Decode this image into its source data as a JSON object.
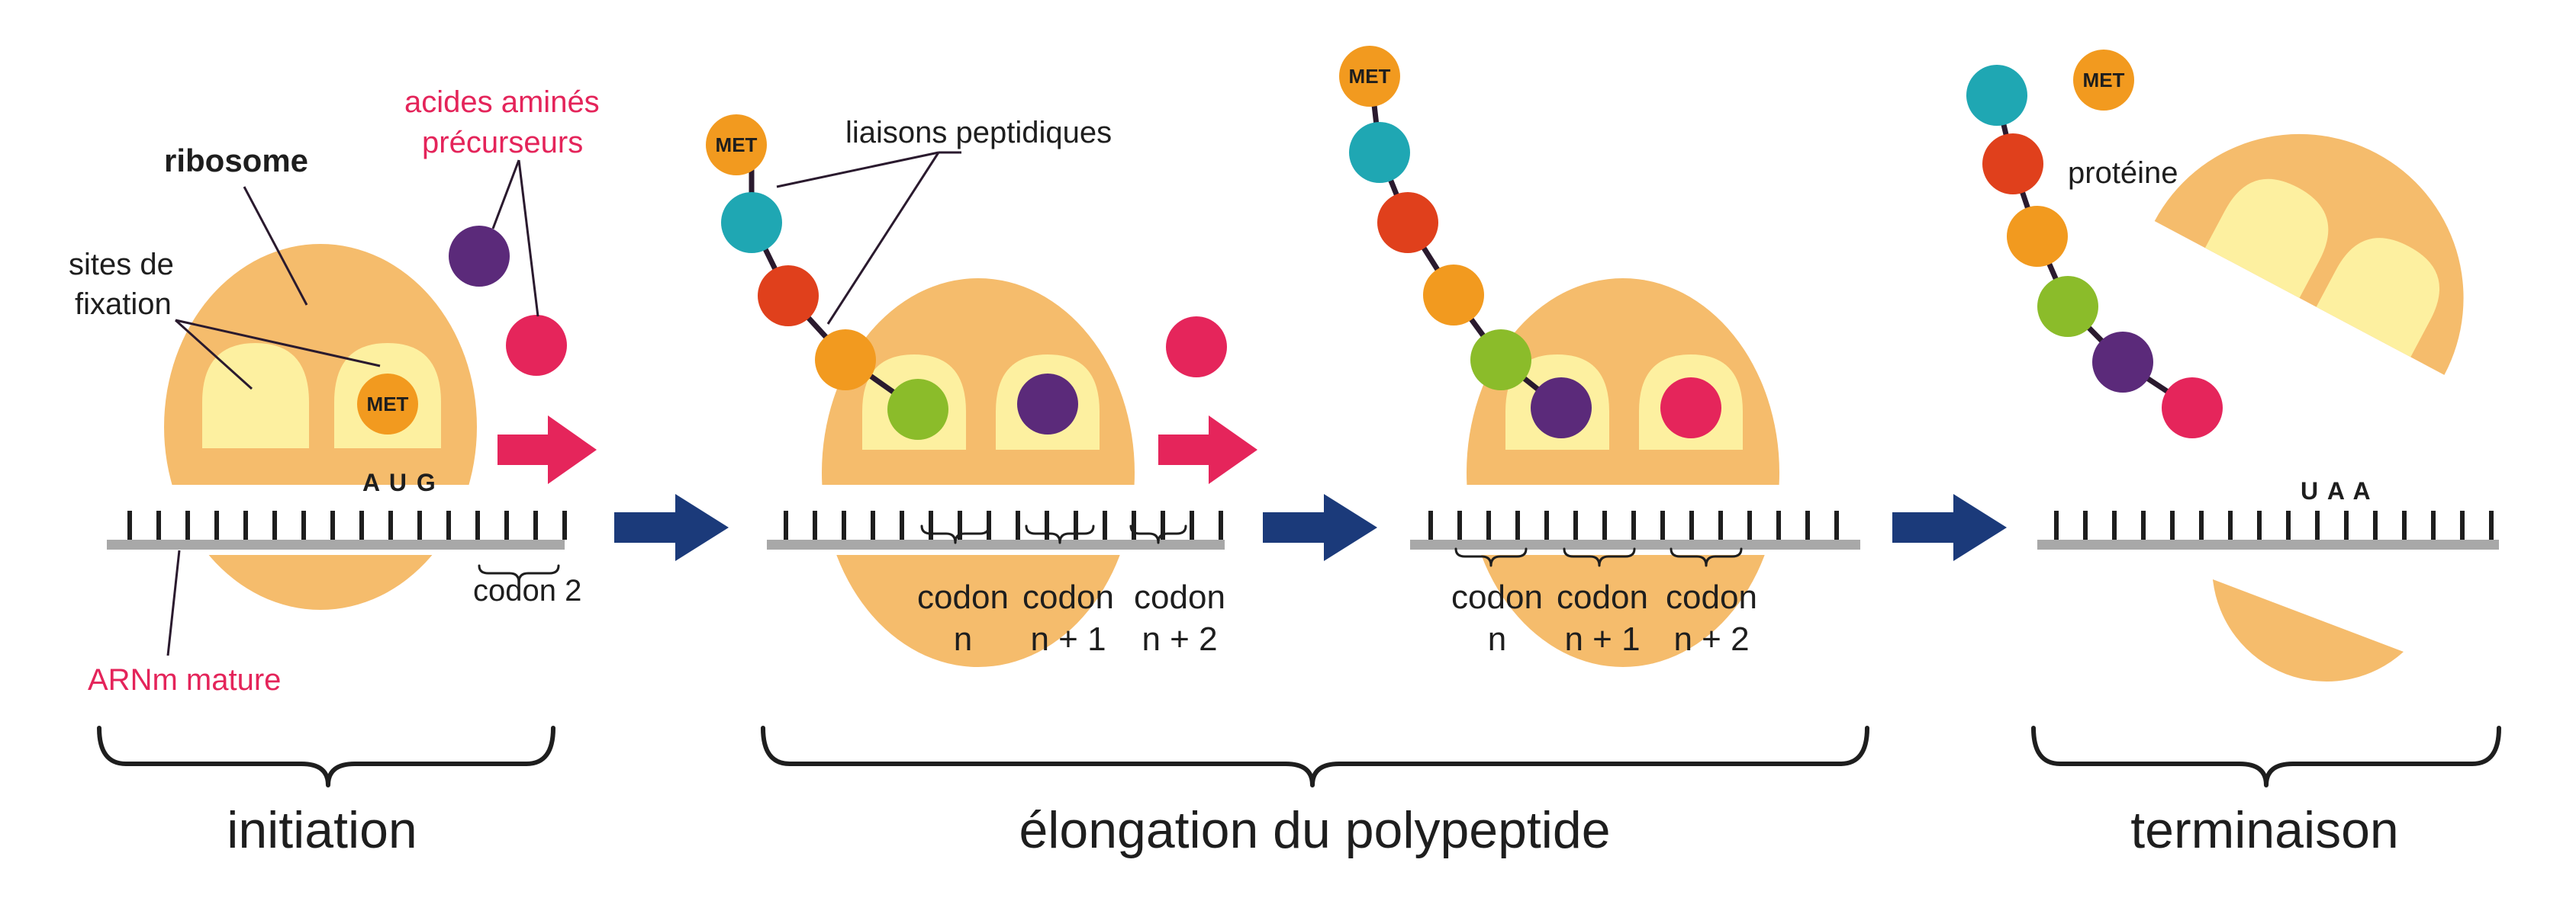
{
  "colors": {
    "ribosome": "#f5bc6c",
    "site": "#fdf0a0",
    "mrna_track": "#a8a8a8",
    "pink_arrow": "#e5255b",
    "navy_arrow": "#1b3a7a",
    "label_red": "#e4245a",
    "met": "#f29a1f",
    "teal": "#1fa7b3",
    "red_orange": "#e0401c",
    "orange": "#f29a1f",
    "green": "#8bbc2a",
    "purple": "#5b2a7a",
    "pink": "#e5255b"
  },
  "labels": {
    "ribosome": "ribosome",
    "sites_line1": "sites de",
    "sites_line2": "fixation",
    "aa_line1": "acides aminés",
    "aa_line2": "précurseurs",
    "met": "MET",
    "aug": "A U G",
    "codon2": "codon 2",
    "arnm": "ARNm mature",
    "liaisons": "liaisons peptidiques",
    "proteine": "protéine",
    "uaa": "U A A",
    "codon": "codon",
    "n": "n",
    "n1": "n + 1",
    "n2": "n + 2"
  },
  "stages": {
    "initiation": "initiation",
    "elongation": "élongation du polypeptide",
    "termination": "terminaison"
  }
}
